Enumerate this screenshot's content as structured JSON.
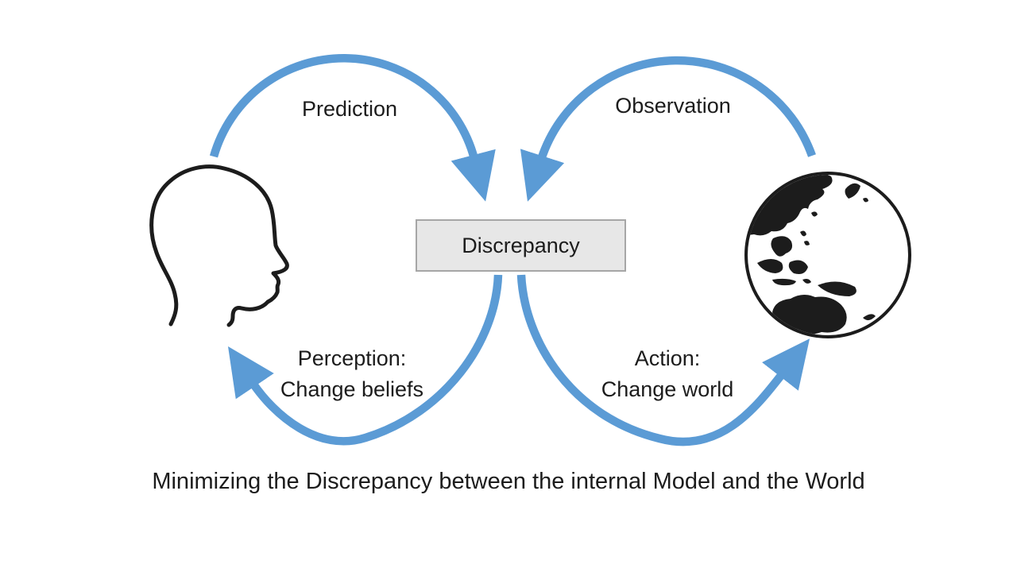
{
  "diagram": {
    "type": "cycle-diagram",
    "caption": "Minimizing the Discrepancy between the internal Model and the World",
    "center_box": {
      "label": "Discrepancy"
    },
    "flows": {
      "prediction": "Prediction",
      "observation": "Observation",
      "perception_title": "Perception:",
      "perception_detail": "Change beliefs",
      "action_title": "Action:",
      "action_detail": "Change world"
    },
    "icons": {
      "left": "head-profile-icon",
      "right": "globe-world-icon"
    },
    "colors": {
      "arrow_blue": "#5b9bd5",
      "box_fill": "#e7e7e7",
      "box_border": "#a6a6a6",
      "ink": "#1c1c1c",
      "background": "#ffffff"
    }
  }
}
